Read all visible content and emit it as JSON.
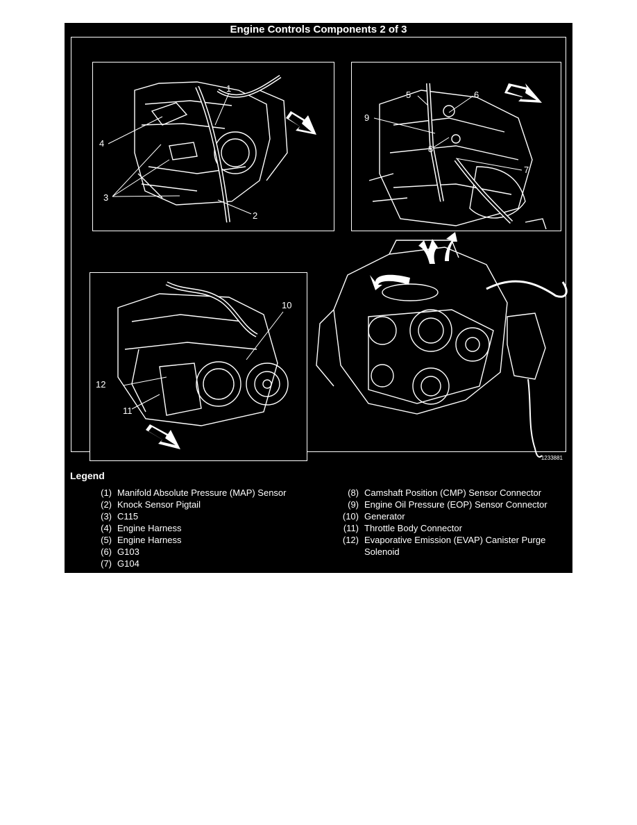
{
  "title": "Engine Controls Components 2 of 3",
  "figure_id": "1233881",
  "panels": {
    "a": {
      "callouts": [
        "1",
        "2",
        "3",
        "4"
      ]
    },
    "b": {
      "callouts": [
        "5",
        "6",
        "7",
        "8",
        "9"
      ]
    },
    "c": {
      "callouts": [
        "10",
        "11",
        "12"
      ]
    }
  },
  "legend": {
    "heading": "Legend",
    "left": [
      {
        "num": "(1)",
        "text": "Manifold Absolute Pressure (MAP) Sensor"
      },
      {
        "num": "(2)",
        "text": "Knock Sensor Pigtail"
      },
      {
        "num": "(3)",
        "text": "C115"
      },
      {
        "num": "(4)",
        "text": "Engine Harness"
      },
      {
        "num": "(5)",
        "text": "Engine Harness"
      },
      {
        "num": "(6)",
        "text": "G103"
      },
      {
        "num": "(7)",
        "text": "G104"
      }
    ],
    "right": [
      {
        "num": "(8)",
        "text": "Camshaft Position (CMP) Sensor Connector"
      },
      {
        "num": "(9)",
        "text": "Engine Oil Pressure (EOP) Sensor Connector"
      },
      {
        "num": "(10)",
        "text": "Generator"
      },
      {
        "num": "(11)",
        "text": "Throttle Body Connector"
      },
      {
        "num": "(12)",
        "text": "Evaporative Emission (EVAP) Canister Purge Solenoid"
      }
    ]
  }
}
